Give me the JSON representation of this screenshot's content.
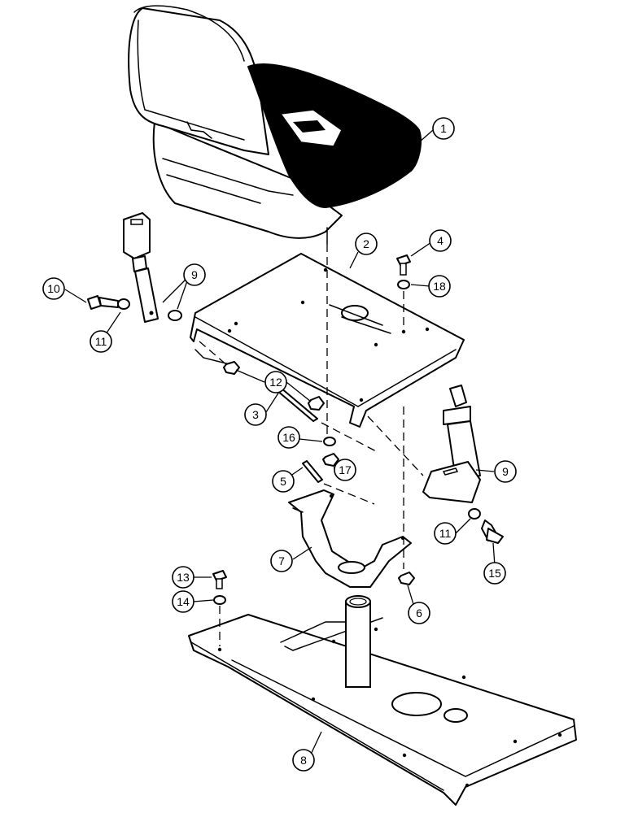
{
  "callouts": [
    {
      "id": "c1",
      "label": "1"
    },
    {
      "id": "c2",
      "label": "2"
    },
    {
      "id": "c3",
      "label": "3"
    },
    {
      "id": "c4",
      "label": "4"
    },
    {
      "id": "c5",
      "label": "5"
    },
    {
      "id": "c6",
      "label": "6"
    },
    {
      "id": "c7",
      "label": "7"
    },
    {
      "id": "c8",
      "label": "8"
    },
    {
      "id": "c9a",
      "label": "9"
    },
    {
      "id": "c9b",
      "label": "9"
    },
    {
      "id": "c10",
      "label": "10"
    },
    {
      "id": "c11a",
      "label": "11"
    },
    {
      "id": "c11b",
      "label": "11"
    },
    {
      "id": "c12",
      "label": "12"
    },
    {
      "id": "c13",
      "label": "13"
    },
    {
      "id": "c14",
      "label": "14"
    },
    {
      "id": "c15",
      "label": "15"
    },
    {
      "id": "c16",
      "label": "16"
    },
    {
      "id": "c17",
      "label": "17"
    },
    {
      "id": "c18",
      "label": "18"
    }
  ]
}
